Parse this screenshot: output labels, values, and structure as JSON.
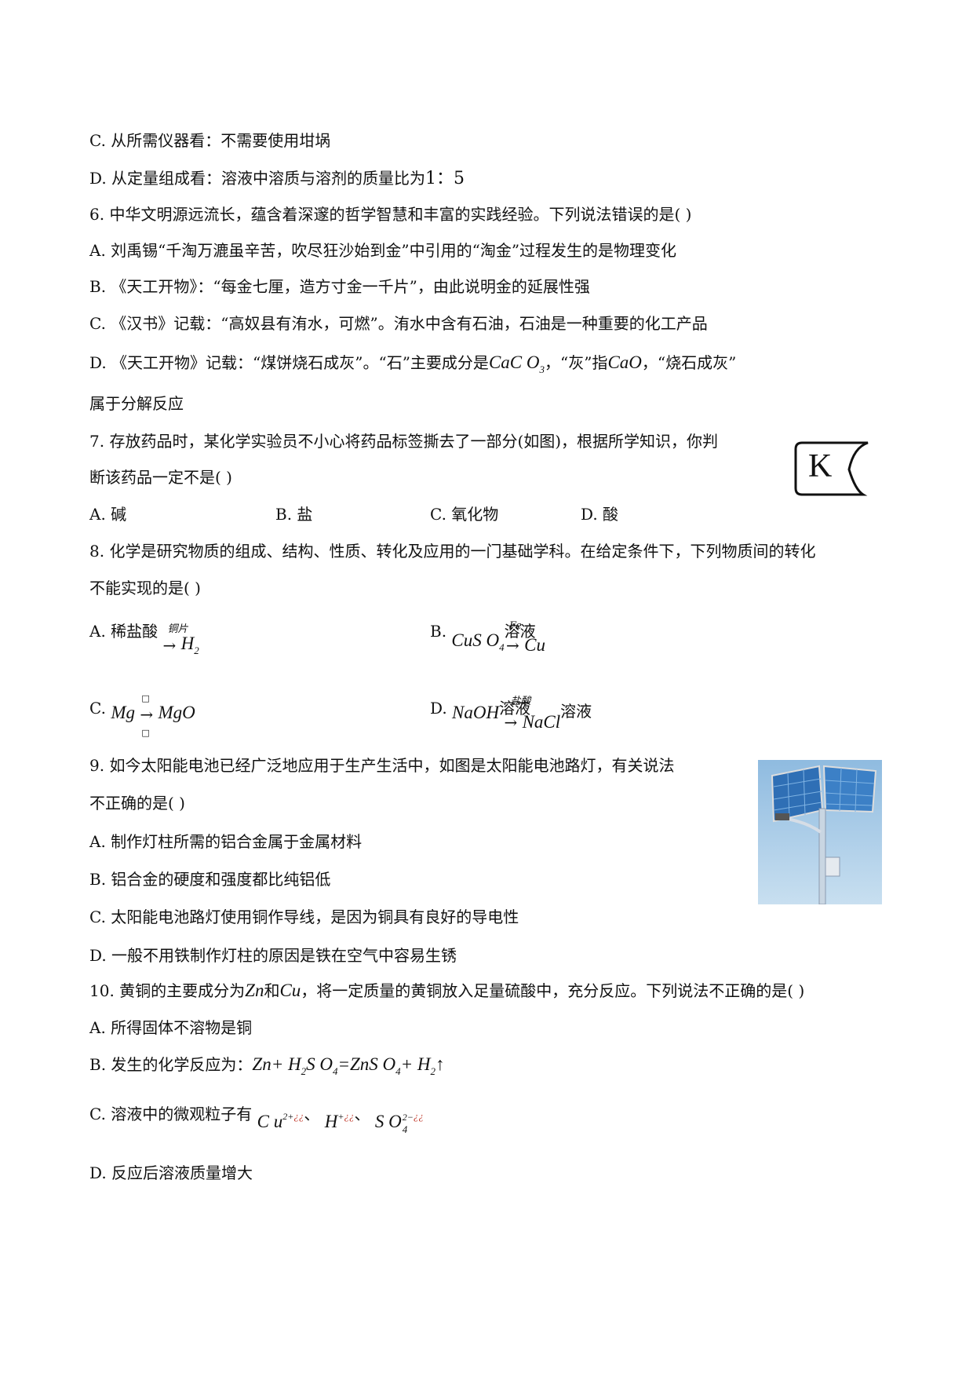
{
  "q5": {
    "C": "C. 从所需仪器看：不需要使用坩埚",
    "D_prefix": "D. 从定量组成看：溶液中溶质与溶剂的质量比为",
    "D_ratio": "1：5"
  },
  "q6": {
    "stem": "6. 中华文明源远流长，蕴含着深邃的哲学智慧和丰富的实践经验。下列说法错误的是(    )",
    "A": "A. 刘禹锡“千淘万漉虽辛苦，吹尽狂沙始到金”中引用的“淘金”过程发生的是物理变化",
    "B": "B. 《天工开物》：“每金七厘，造方寸金一千片”，由此说明金的延展性强",
    "C": "C. 《汉书》记载：“高奴县有洧水，可燃”。洧水中含有石油，石油是一种重要的化工产品",
    "D_prefix": "D. 《天工开物》记载：“煤饼烧石成灰”。“石”主要成分是",
    "D_f1": "CaC O",
    "D_f1_sub": "3",
    "D_mid": "，“灰”指",
    "D_f2": "CaO",
    "D_suffix": "，“烧石成灰”",
    "D_cont": "属于分解反应"
  },
  "q7": {
    "stem1": "7. 存放药品时，某化学实验员不小心将药品标签撕去了一部分(如图)，根据所学知识，你判",
    "stem2": "断该药品一定不是(    )",
    "label_letter": "K",
    "options": [
      "A. 碱",
      "B. 盐",
      "C. 氧化物",
      "D. 酸"
    ]
  },
  "q8": {
    "stem1": "8. 化学是研究物质的组成、结构、性质、转化及应用的一门基础学科。在给定条件下，下列物质间的转化",
    "stem2": "不能实现的是(    )",
    "A_prefix": "A. 稀盐酸",
    "A_cond": "铜片",
    "A_prod": "H",
    "A_prod_sub": "2",
    "B_prefix": "B.",
    "B_react": "CuS O",
    "B_react_sub": "4",
    "B_text": "溶液",
    "B_cond": "Fe",
    "B_prod": "Cu",
    "C_prefix": "C.",
    "C_react": "Mg",
    "C_cond": "□",
    "C_prod": "MgO",
    "D_prefix": "D.",
    "D_react": "NaOH",
    "D_text1": "溶液",
    "D_cond": "盐酸",
    "D_prod": "NaCl",
    "D_text2": "溶液",
    "arrow": "→"
  },
  "q9": {
    "stem1": "9. 如今太阳能电池已经广泛地应用于生产生活中，如图是太阳能电池路灯，有关说法",
    "stem2": "不正确的是(    )",
    "A": "A. 制作灯柱所需的铝合金属于金属材料",
    "B": "B. 铝合金的硬度和强度都比纯铝低",
    "C": "C. 太阳能电池路灯使用铜作导线，是因为铜具有良好的导电性",
    "D": "D. 一般不用铁制作灯柱的原因是铁在空气中容易生锈"
  },
  "q10": {
    "stem_prefix": "10. 黄铜的主要成分为",
    "zn": "Zn",
    "he": "和",
    "cu": "Cu",
    "stem_suffix": "，将一定质量的黄铜放入足量硫酸中，充分反应。下列说法不正确的是(    )",
    "A": "A. 所得固体不溶物是铜",
    "B_prefix": "B. 发生的化学反应为：",
    "B_eq_1": "Zn+ H",
    "B_eq_1_sub": "2",
    "B_eq_2": "S O",
    "B_eq_2_sub": "4",
    "B_eq_3": "=ZnS O",
    "B_eq_3_sub": "4",
    "B_eq_4": "+ H",
    "B_eq_4_sub": "2",
    "B_eq_5": "↑",
    "C_prefix": "C. 溶液中的微观粒子有",
    "C_ion1": "C u",
    "C_ion1_sup": "2+",
    "C_ion1_garble": "¿¿",
    "C_sep1": "、",
    "C_ion2": "H",
    "C_ion2_sup": "+",
    "C_ion2_garble": "¿¿",
    "C_sep2": "、",
    "C_ion3": "S O",
    "C_ion3_sub": "4",
    "C_ion3_sup": "2−",
    "C_ion3_garble": "¿¿",
    "D": "D. 反应后溶液质量增大"
  },
  "colors": {
    "text": "#111111",
    "garble": "#c0392b",
    "sky": "#a9cbe6",
    "panel": "#2f6fb5"
  }
}
